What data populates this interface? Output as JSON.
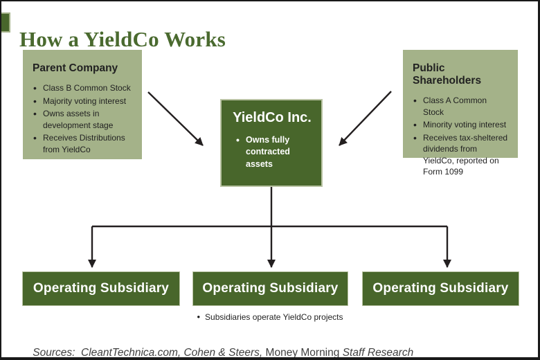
{
  "title": "How a YieldCo Works",
  "colors": {
    "dark_green": "#48662B",
    "sage_green": "#A4B289",
    "title_green": "#4A6A2F",
    "arrow_black": "#231F20",
    "body_text": "#212121",
    "sources_gray": "#3F3F3F",
    "box_border": "#B9C3A3",
    "frame_border": "#191919"
  },
  "parent_box": {
    "title": "Parent Company",
    "bullets": [
      "Class B Common Stock",
      "Majority voting interest",
      "Owns assets in development stage",
      "Receives Distributions from YieldCo"
    ]
  },
  "shareholders_box": {
    "title": "Public Shareholders",
    "bullets": [
      "Class A Common Stock",
      "Minority voting interest",
      "Receives tax-sheltered dividends from YieldCo, reported on Form 1099"
    ]
  },
  "yieldco_box": {
    "title": "YieldCo Inc.",
    "bullets": [
      "Owns fully contracted assets"
    ]
  },
  "subsidiaries": {
    "labels": [
      "Operating Subsidiary",
      "Operating Subsidiary",
      "Operating Subsidiary"
    ],
    "note": "Subsidiaries operate YieldCo projects"
  },
  "sources": {
    "italic_lead": "Sources:  CleantTechnica.com, Cohen & Steers,",
    "regular_mid": " Money Morning ",
    "italic_tail": "Staff Research"
  }
}
